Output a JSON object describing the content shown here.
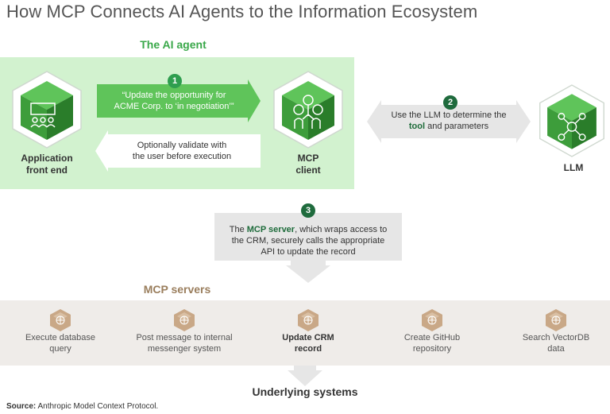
{
  "title": "How MCP Connects AI Agents to the Information Ecosystem",
  "agent": {
    "heading": "The AI agent",
    "app_label_1": "Application",
    "app_label_2": "front end",
    "client_label_1": "MCP",
    "client_label_2": "client",
    "step1_badge": "1",
    "step1_line1": "“Update the opportunity for",
    "step1_line2": "ACME Corp. to ‘in negotiation’”",
    "validate_line1": "Optionally validate with",
    "validate_line2": "the user before execution"
  },
  "llm": {
    "step2_badge": "2",
    "line1": "Use the LLM to determine the",
    "line2_bold": "tool",
    "line2_rest": " and parameters",
    "label": "LLM"
  },
  "step3": {
    "badge": "3",
    "line1_pre": "The ",
    "line1_bold": "MCP server",
    "line1_post": ", which wraps access to",
    "line2": "the CRM, securely calls the appropriate",
    "line3": "API to update the record"
  },
  "servers": {
    "heading": "MCP servers",
    "items": [
      {
        "line1": "Execute database",
        "line2": "query",
        "bold": false
      },
      {
        "line1": "Post message to internal",
        "line2": "messenger system",
        "bold": false
      },
      {
        "line1": "Update CRM",
        "line2": "record",
        "bold": true
      },
      {
        "line1": "Create GitHub",
        "line2": "repository",
        "bold": false
      },
      {
        "line1": "Search VectorDB",
        "line2": "data",
        "bold": false
      }
    ]
  },
  "underlying": "Underlying systems",
  "source": {
    "label": "Source:",
    "text": " Anthropic Model Context Protocol."
  },
  "colors": {
    "green_dark": "#1e7d45",
    "green_panel": "#d2f2cf",
    "tan": "#9a7e5d",
    "badge": "#2f9e4f",
    "badge_dark": "#1f6b3d"
  }
}
